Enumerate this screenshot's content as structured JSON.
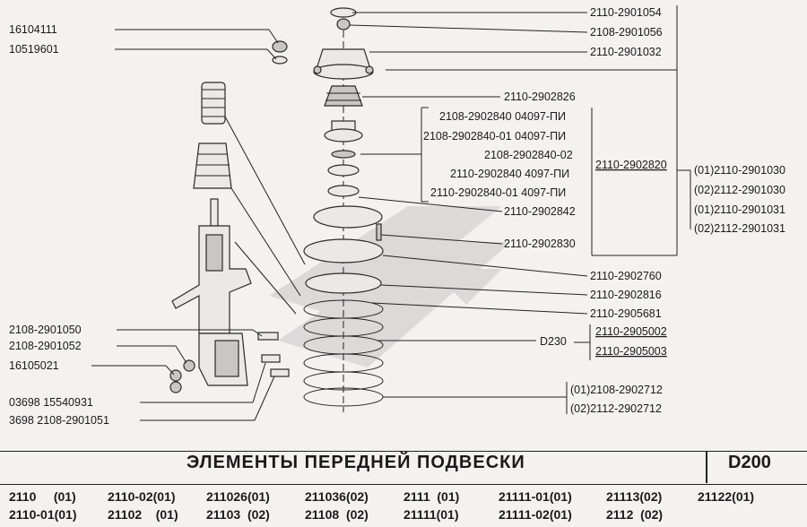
{
  "callouts_left": [
    "16104111",
    "10519601",
    "2108-2901050",
    "2108-2901052",
    "16105021",
    "03698  15540931",
    "3698  2108-2901051"
  ],
  "callouts_right": [
    "2110-2901054",
    "2108-2901056",
    "2110-2901032",
    "2110-2902826",
    "2110-2902842",
    "2110-2902830",
    "2110-2902760",
    "2110-2902816",
    "2110-2905681"
  ],
  "bearing_group": {
    "items": [
      "2108-2902840  04097-ПИ",
      "2108-2902840-01  04097-ПИ",
      "2108-2902840-02",
      "2110-2902840  4097-ПИ",
      "2110-2902840-01  4097-ПИ"
    ],
    "assembly": "2110-2902820",
    "variants": [
      "(01)2110-2901030",
      "(02)2112-2901030",
      "(01)2110-2901031",
      "(02)2112-2901031"
    ]
  },
  "bump_stop": {
    "label": "D230",
    "parts": [
      "2110-2905002",
      "2110-2905003"
    ]
  },
  "spring": {
    "variants": [
      "(01)2108-2902712",
      "(02)2112-2902712"
    ]
  },
  "footer": {
    "title": "ЭЛЕМЕНТЫ  ПЕРЕДНЕЙ  ПОДВЕСКИ",
    "code": "D200",
    "models": [
      [
        "2110     (01)",
        "2110-01(01)"
      ],
      [
        "2110-02(01)",
        "21102    (01)"
      ],
      [
        "211026(01)",
        "21103  (02)"
      ],
      [
        "211036(02)",
        "21108  (02)"
      ],
      [
        "2111  (01)",
        "21111(01)"
      ],
      [
        "21111-01(01)",
        "21111-02(01)"
      ],
      [
        "21113(02)",
        "2112  (02)"
      ],
      [
        "21122(01)",
        ""
      ]
    ]
  }
}
